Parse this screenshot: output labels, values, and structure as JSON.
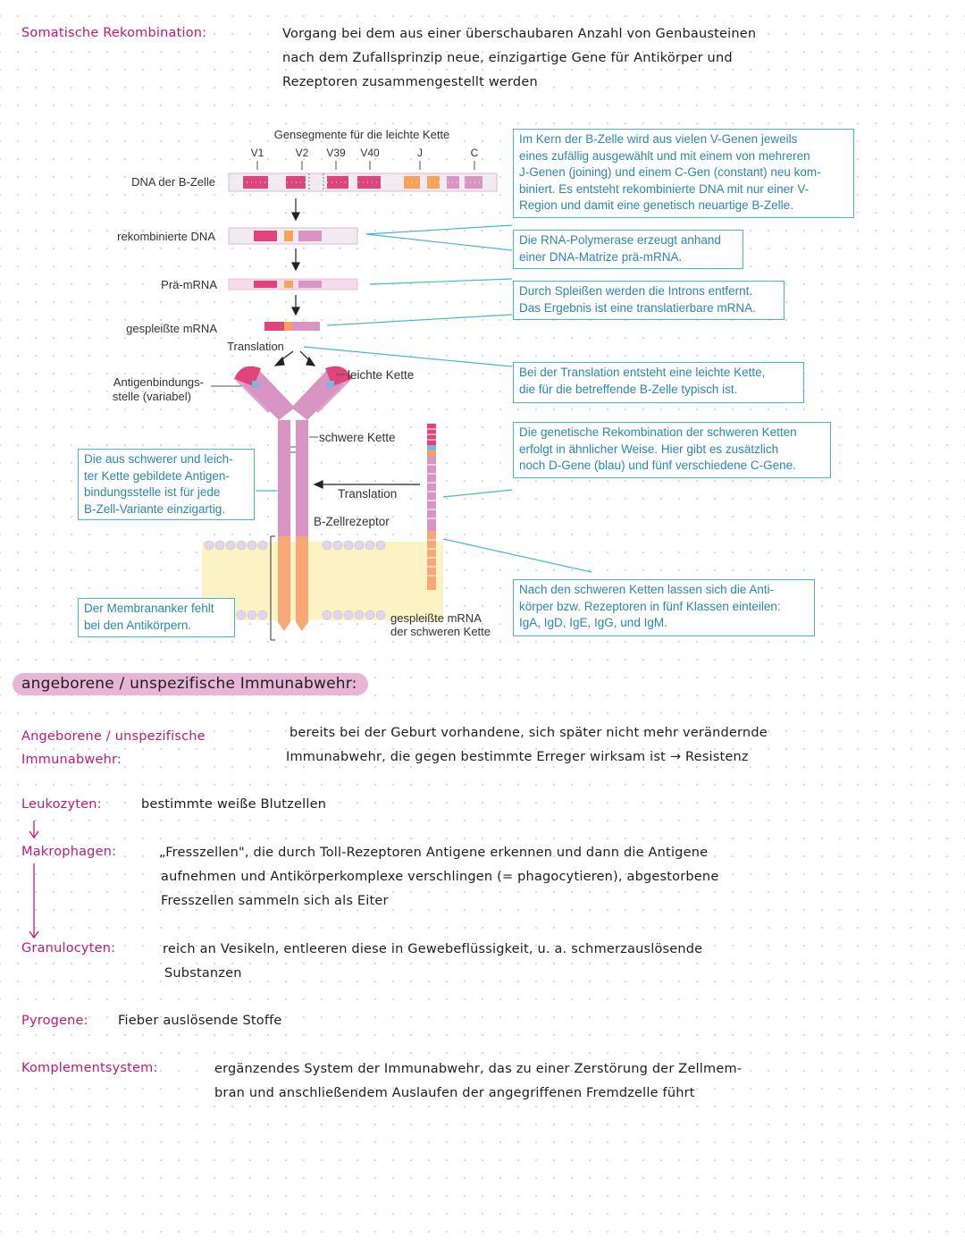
{
  "somatic": {
    "term": "Somatische Rekombination:",
    "lines": [
      "Vorgang bei dem aus einer überschaubaren Anzahl von Genbausteinen",
      "nach dem Zufallsprinzip neue, einzigartige Gene für Antikörper und",
      "Rezeptoren zusammengestellt werden"
    ]
  },
  "figure": {
    "gene_title": "Gensegmente für die leichte Kette",
    "segments": [
      "V1",
      "V2",
      "V39",
      "V40",
      "J",
      "C"
    ],
    "row_labels": [
      "DNA der B-Zelle",
      "rekombinierte DNA",
      "Prä-mRNA",
      "gespleißte mRNA"
    ],
    "translation": "Translation",
    "antigen_site": "Antigenbindungs-\nstelle (variabel)",
    "light_chain": "leichte Kette",
    "heavy_chain": "schwere Kette",
    "translation2": "Translation",
    "receptor": "B-Zellrezeptor",
    "heavy_mrna": "gespleißte mRNA\nder schweren Kette",
    "boxes": [
      [
        "Im Kern der B-Zelle wird aus vielen V-Genen jeweils",
        "eines zufällig ausgewählt und mit einem von mehreren",
        "J-Genen (joining) und einem C-Gen (constant) neu kom-",
        "biniert. Es entsteht rekombinierte DNA mit nur einer V-",
        "Region und damit eine genetisch neuartige B-Zelle."
      ],
      [
        "Die RNA-Polymerase erzeugt anhand",
        "einer DNA-Matrize prä-mRNA."
      ],
      [
        "Durch Spleißen werden die Introns entfernt.",
        "Das Ergebnis ist eine translatierbare mRNA."
      ],
      [
        "Bei der Translation entsteht eine leichte Kette,",
        "die für die betreffende B-Zelle typisch ist."
      ],
      [
        "Die genetische Rekombination der schweren Ketten",
        "erfolgt in ähnlicher Weise. Hier gibt es zusätzlich",
        "noch D-Gene (blau) und fünf verschiedene C-Gene."
      ],
      [
        "Nach den schweren Ketten lassen sich die Anti-",
        "körper bzw. Rezeptoren in fünf Klassen einteilen:",
        "IgA, IgD, IgE, IgG, und IgM."
      ],
      [
        "Die aus schwerer und leich-",
        "ter Kette gebildete Antigen-",
        "bindungsstelle ist für jede",
        "B-Zell-Variante einzigartig."
      ],
      [
        "Der Membrananker fehlt",
        "bei den Antikörpern."
      ]
    ]
  },
  "section_heading": "angeborene / unspezifische Immunabwehr:",
  "entries": {
    "innate": {
      "term": "Angeborene / unspezifische",
      "term2": "Immunabwehr:",
      "lines": [
        "bereits bei der Geburt vorhandene, sich später nicht mehr verändernde",
        "Immunabwehr, die gegen bestimmte Erreger wirksam ist → Resistenz"
      ]
    },
    "leuko": {
      "term": "Leukozyten:",
      "lines": [
        "bestimmte weiße Blutzellen"
      ]
    },
    "makro": {
      "term": "Makrophagen:",
      "lines": [
        "„Fresszellen\", die durch Toll-Rezeptoren Antigene erkennen und dann die Antigene",
        "aufnehmen und Antikörperkomplexe verschlingen (= phagocytieren), abgestorbene",
        "Fresszellen sammeln sich als Eiter"
      ]
    },
    "granulo": {
      "term": "Granulocyten:",
      "lines": [
        "reich an Vesikeln, entleeren diese in Gewebeflüssigkeit, u. a. schmerzauslösende",
        "Substanzen"
      ]
    },
    "pyro": {
      "term": "Pyrogene:",
      "lines": [
        "Fieber auslösende Stoffe"
      ]
    },
    "komplement": {
      "term": "Komplementsystem:",
      "lines": [
        "ergänzendes System der Immunabwehr, das zu einer Zerstörung der Zellmem-",
        "bran und anschließendem Auslaufen der angegriffenen Fremdzelle führt"
      ]
    }
  },
  "colors": {
    "term": "#c2187a",
    "box_border": "#47b5d6",
    "box_text": "#2a88b0",
    "pill": "#e7b6d6"
  }
}
